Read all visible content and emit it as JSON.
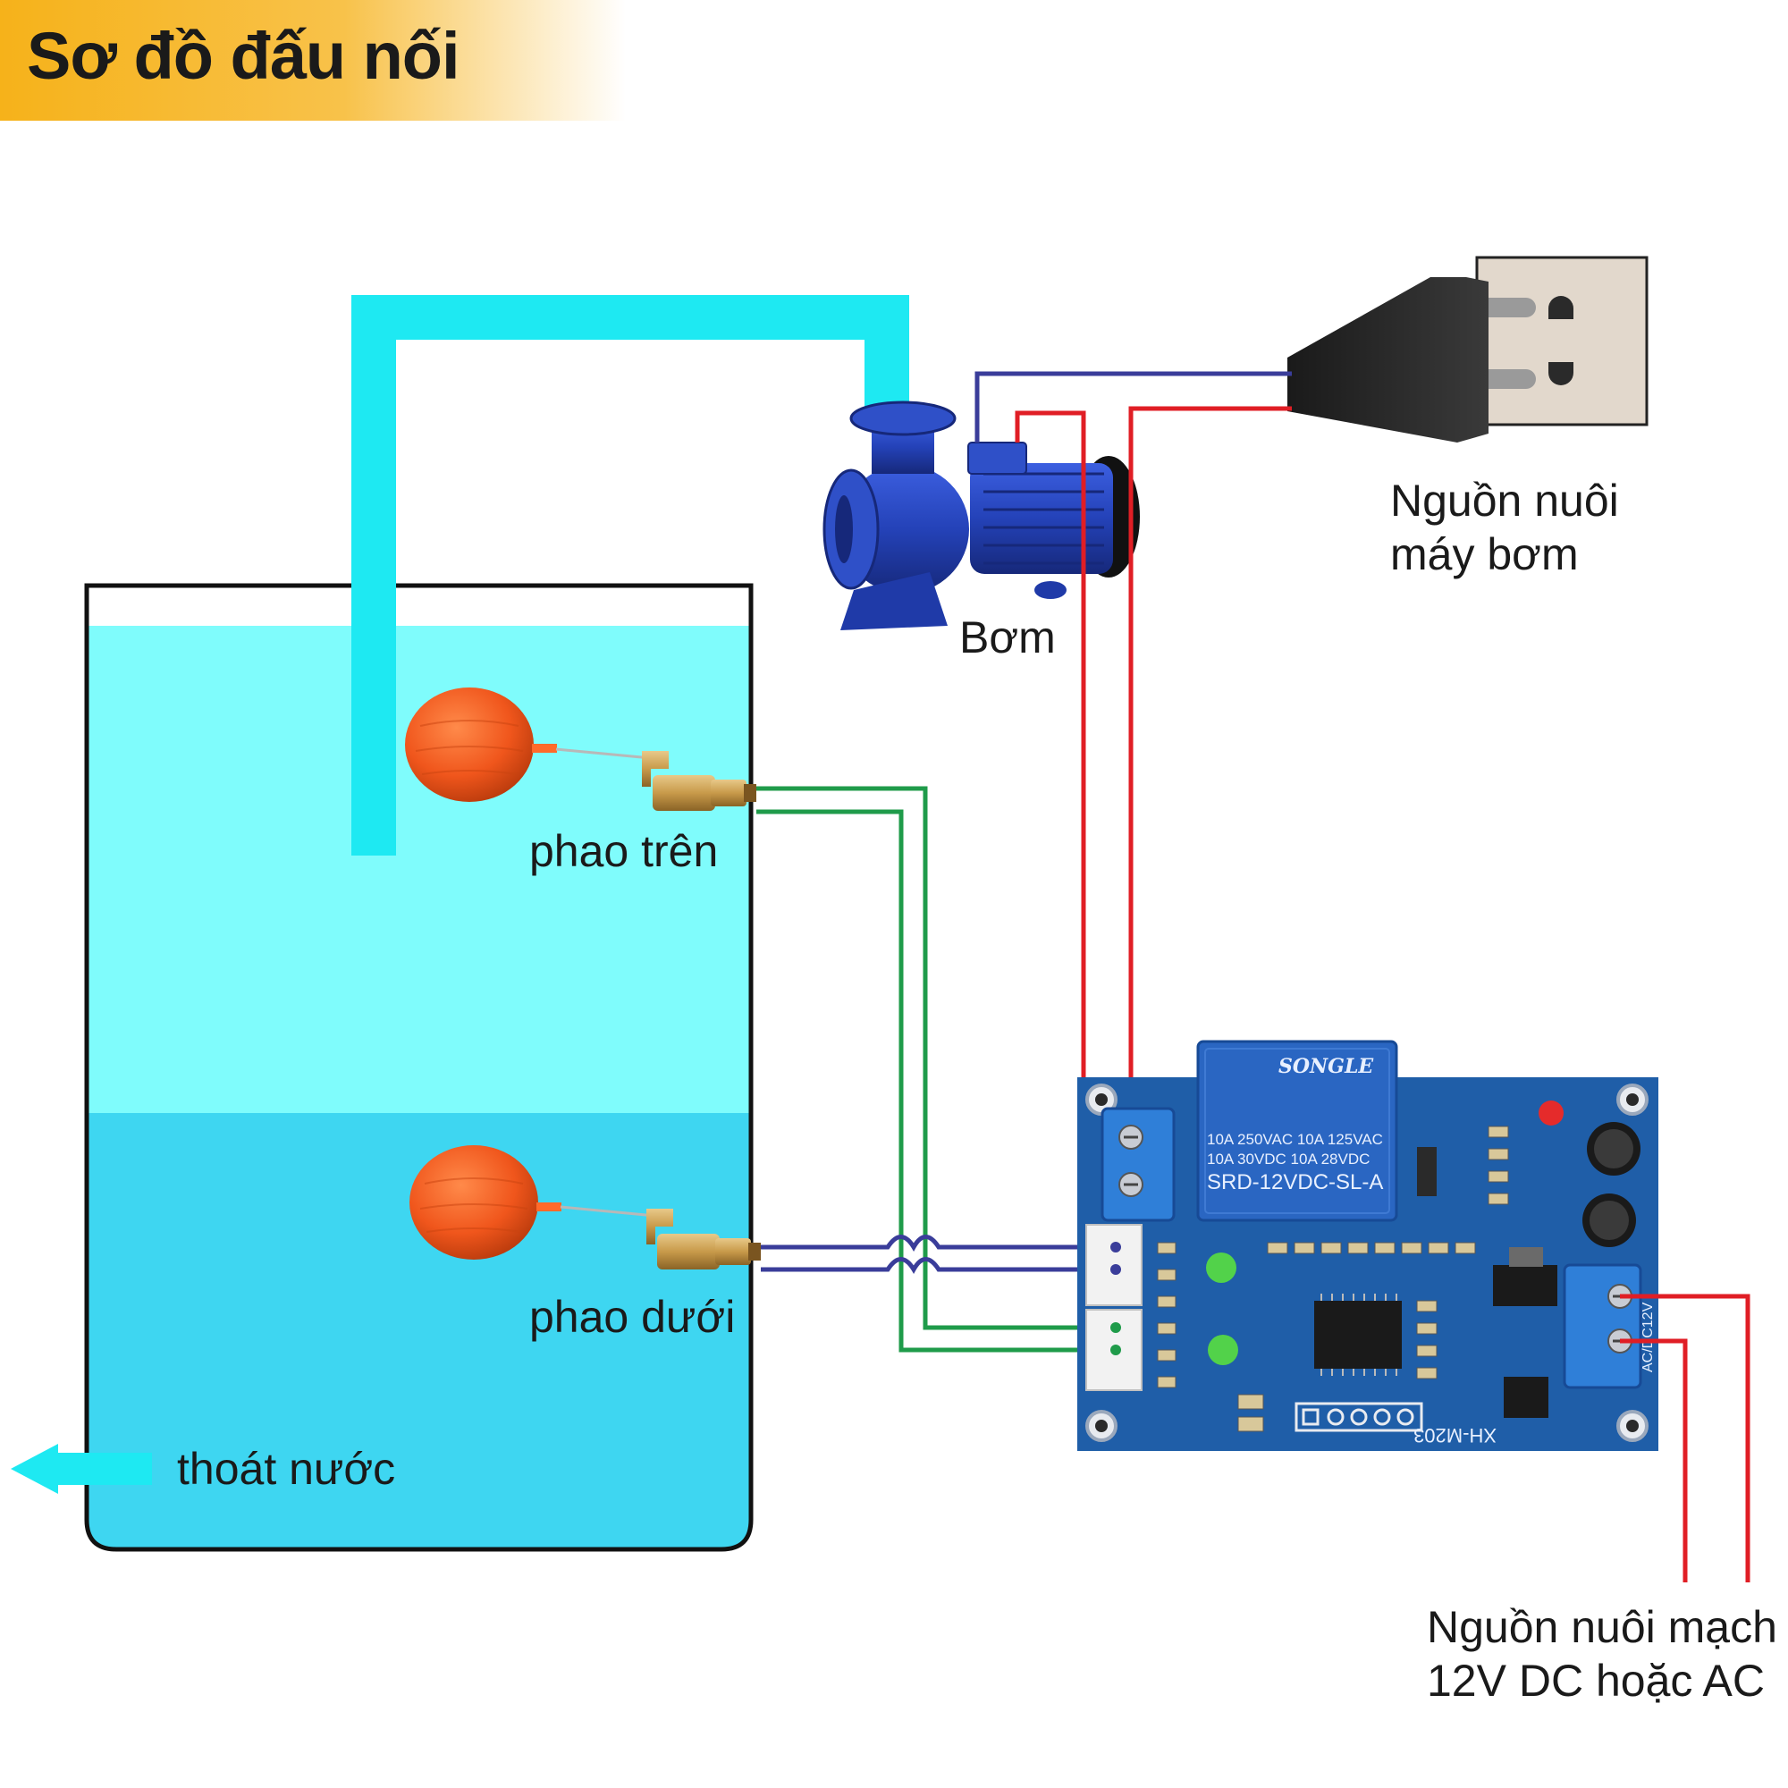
{
  "title": "Sơ đồ đấu nối",
  "labels": {
    "pump": "Bơm",
    "pump_power": [
      "Nguồn nuôi",
      "máy bơm"
    ],
    "upper_float": "phao trên",
    "lower_float": "phao dưới",
    "drain": "thoát nước",
    "board_power": [
      "Nguồn nuôi mạch",
      "12V DC hoặc AC"
    ]
  },
  "relay": {
    "brand": "SONGLE",
    "ratings": [
      "10A 250VAC  10A 125VAC",
      "10A 30VDC  10A 28VDC"
    ],
    "model": "SRD-12VDC-SL-A"
  },
  "board": {
    "model": "XH-M203",
    "power_terminal_label": "AC/DC12V"
  },
  "colors": {
    "water_upper": "#7ffcfc",
    "water_lower": "#3ed6f1",
    "pipe": "#1ee9f2",
    "wire_red": "#e01e25",
    "wire_blue": "#3a3d9a",
    "wire_green": "#1f9b4a",
    "pcb": "#1f5ea8",
    "pump_body": "#2442b8",
    "float_ball": "#f0561c",
    "header_accent": "#f6b21a"
  }
}
